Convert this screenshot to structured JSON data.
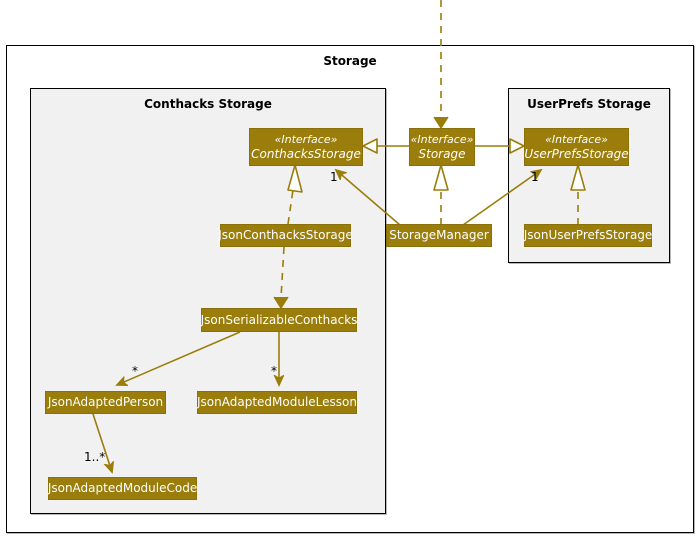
{
  "diagram": {
    "type": "uml-class-diagram",
    "background": "#ffffff",
    "accent_color": "#9a7d0a",
    "package_fill": "#f1f1f1",
    "text_color": "#ffffff"
  },
  "packages": {
    "outer": {
      "title": "Storage"
    },
    "conthacks": {
      "title": "Conthacks Storage"
    },
    "userprefs": {
      "title": "UserPrefs Storage"
    }
  },
  "classes": {
    "conthacks_storage_iface": {
      "stereotype": "«Interface»",
      "name": "ConthacksStorage"
    },
    "storage_iface": {
      "stereotype": "«Interface»",
      "name": "Storage"
    },
    "userprefs_storage_iface": {
      "stereotype": "«Interface»",
      "name": "UserPrefsStorage"
    },
    "json_conthacks_storage": {
      "name": "JsonConthacksStorage"
    },
    "storage_manager": {
      "name": "StorageManager"
    },
    "json_userprefs_storage": {
      "name": "JsonUserPrefsStorage"
    },
    "json_serializable_conthacks": {
      "name": "JsonSerializableConthacks"
    },
    "json_adapted_person": {
      "name": "JsonAdaptedPerson"
    },
    "json_adapted_module_lesson": {
      "name": "JsonAdaptedModuleLesson"
    },
    "json_adapted_module_code": {
      "name": "JsonAdaptedModuleCode"
    }
  },
  "multiplicities": {
    "manager_to_conthacks": "1",
    "manager_to_userprefs": "1",
    "serializable_to_person": "*",
    "serializable_to_module_lesson": "*",
    "person_to_module_code": "1..*"
  },
  "relationships": [
    {
      "from": "external",
      "to": "storage_iface",
      "kind": "dependency-dashed-arrow"
    },
    {
      "from": "storage_iface",
      "to": "conthacks_storage_iface",
      "kind": "generalization-hollow-triangle"
    },
    {
      "from": "storage_iface",
      "to": "userprefs_storage_iface",
      "kind": "generalization-hollow-triangle"
    },
    {
      "from": "json_conthacks_storage",
      "to": "conthacks_storage_iface",
      "kind": "realization-dashed-hollow-triangle"
    },
    {
      "from": "storage_manager",
      "to": "storage_iface",
      "kind": "realization-dashed-hollow-triangle"
    },
    {
      "from": "json_userprefs_storage",
      "to": "userprefs_storage_iface",
      "kind": "realization-dashed-hollow-triangle"
    },
    {
      "from": "storage_manager",
      "to": "conthacks_storage_iface",
      "kind": "association-solid-arrow"
    },
    {
      "from": "storage_manager",
      "to": "userprefs_storage_iface",
      "kind": "association-solid-arrow"
    },
    {
      "from": "json_conthacks_storage",
      "to": "json_serializable_conthacks",
      "kind": "dependency-dashed-arrow"
    },
    {
      "from": "json_serializable_conthacks",
      "to": "json_adapted_person",
      "kind": "association-solid-arrow"
    },
    {
      "from": "json_serializable_conthacks",
      "to": "json_adapted_module_lesson",
      "kind": "association-solid-arrow"
    },
    {
      "from": "json_adapted_person",
      "to": "json_adapted_module_code",
      "kind": "association-solid-arrow"
    }
  ]
}
